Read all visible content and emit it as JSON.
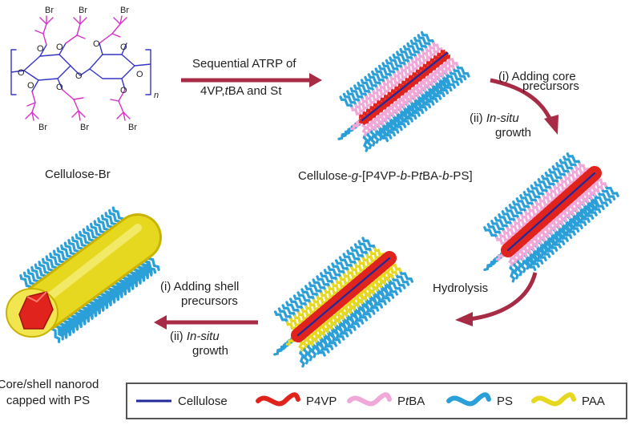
{
  "colors": {
    "cellulose": "#1f2a9c",
    "p4vp": "#e0231c",
    "ptba": "#f0a8d8",
    "ps": "#2a9fd8",
    "paa": "#e6d81e",
    "arrow": "#a82b45",
    "chem_ring": "#3535c8",
    "chem_group": "#d631c8",
    "chem_br": "#6a2a6a",
    "legend_border": "#555555"
  },
  "molecule": {
    "label": "Cellulose-Br",
    "br_labels": [
      "Br",
      "Br",
      "Br",
      "Br",
      "Br",
      "Br"
    ],
    "o_labels": [
      "O",
      "O",
      "O",
      "O",
      "O",
      "O",
      "O",
      "O",
      "O",
      "O"
    ],
    "repeat": "n"
  },
  "step1": {
    "arrow_label_line1": "Sequential ATRP of",
    "arrow_label_line2_a": "4VP,",
    "arrow_label_line2_it": "t",
    "arrow_label_line2_b": "BA and St",
    "product_a": "Cellulose-",
    "product_g": "g",
    "product_b": "-[P4VP-",
    "product_b_it": "b",
    "product_c": "-P",
    "product_t": "t",
    "product_d": "BA-",
    "product_e_it": "b",
    "product_f": "-PS]"
  },
  "step2": {
    "line1": "(i) Adding core",
    "line2": "precursors",
    "line3_a": "(ii) ",
    "line3_it": "In-situ",
    "line4": "growth"
  },
  "step3": {
    "label": "Hydrolysis"
  },
  "step4": {
    "line1": "(i) Adding shell",
    "line2": "precursors",
    "line3_a": "(ii) ",
    "line3_it": "In-situ",
    "line4": "growth",
    "product_line1": "Core/shell nanorod",
    "product_line2": "capped with PS"
  },
  "legend": {
    "items": [
      {
        "label_a": "Cellulose",
        "label_it": "",
        "label_b": ""
      },
      {
        "label_a": "P4VP",
        "label_it": "",
        "label_b": ""
      },
      {
        "label_a": "P",
        "label_it": "t",
        "label_b": "BA"
      },
      {
        "label_a": "PS",
        "label_it": "",
        "label_b": ""
      },
      {
        "label_a": "PAA",
        "label_it": "",
        "label_b": ""
      }
    ]
  }
}
